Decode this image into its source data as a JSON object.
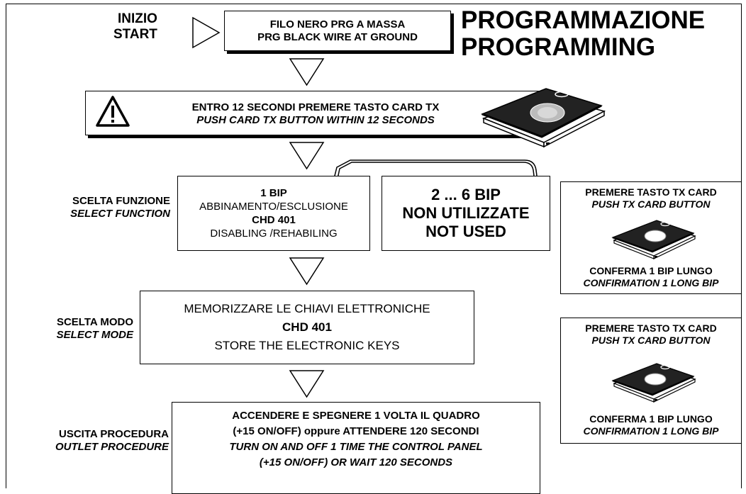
{
  "header": {
    "start_it": "INIZIO",
    "start_en": "START",
    "title_it": "PROGRAMMAZIONE",
    "title_en": "PROGRAMMING"
  },
  "step_wire": {
    "line_it": "FILO NERO PRG A MASSA",
    "line_en": "PRG BLACK WIRE AT GROUND"
  },
  "step_card": {
    "line_it": "ENTRO 12 SECONDI PREMERE TASTO CARD TX",
    "line_en": "PUSH CARD TX BUTTON WITHIN 12 SECONDS"
  },
  "function_label": {
    "it": "SCELTA FUNZIONE",
    "en": "SELECT FUNCTION"
  },
  "function_1bip": {
    "title": "1 BIP",
    "line1": "ABBINAMENTO/ESCLUSIONE",
    "model": "CHD 401",
    "line2": "DISABLING /REHABILING"
  },
  "function_unused": {
    "line1": "2 ... 6 BIP",
    "line2": "NON UTILIZZATE",
    "line3": "NOT USED"
  },
  "mode_label": {
    "it": "SCELTA MODO",
    "en": "SELECT MODE"
  },
  "mode_box": {
    "line_it": "MEMORIZZARE LE CHIAVI ELETTRONICHE",
    "model": "CHD 401",
    "line_en": "STORE THE ELECTRONIC KEYS"
  },
  "exit_label": {
    "it": "USCITA PROCEDURA",
    "en": "OUTLET PROCEDURE"
  },
  "exit_box": {
    "line1": "ACCENDERE E SPEGNERE 1 VOLTA IL QUADRO",
    "line2": "(+15 ON/OFF) oppure ATTENDERE 120 SECONDI",
    "line3": "TURN ON AND OFF 1 TIME THE CONTROL PANEL",
    "line4": "(+15 ON/OFF) OR WAIT 120 SECONDS"
  },
  "side_box_1": {
    "push_it": "PREMERE TASTO TX CARD",
    "push_en": "PUSH TX CARD BUTTON",
    "confirm_it": "CONFERMA 1 BIP LUNGO",
    "confirm_en": "CONFIRMATION 1 LONG BIP"
  },
  "side_box_2": {
    "push_it": "PREMERE TASTO TX CARD",
    "push_en": "PUSH TX CARD BUTTON",
    "confirm_it": "CONFERMA 1 BIP LUNGO",
    "confirm_en": "CONFIRMATION 1 LONG BIP"
  }
}
